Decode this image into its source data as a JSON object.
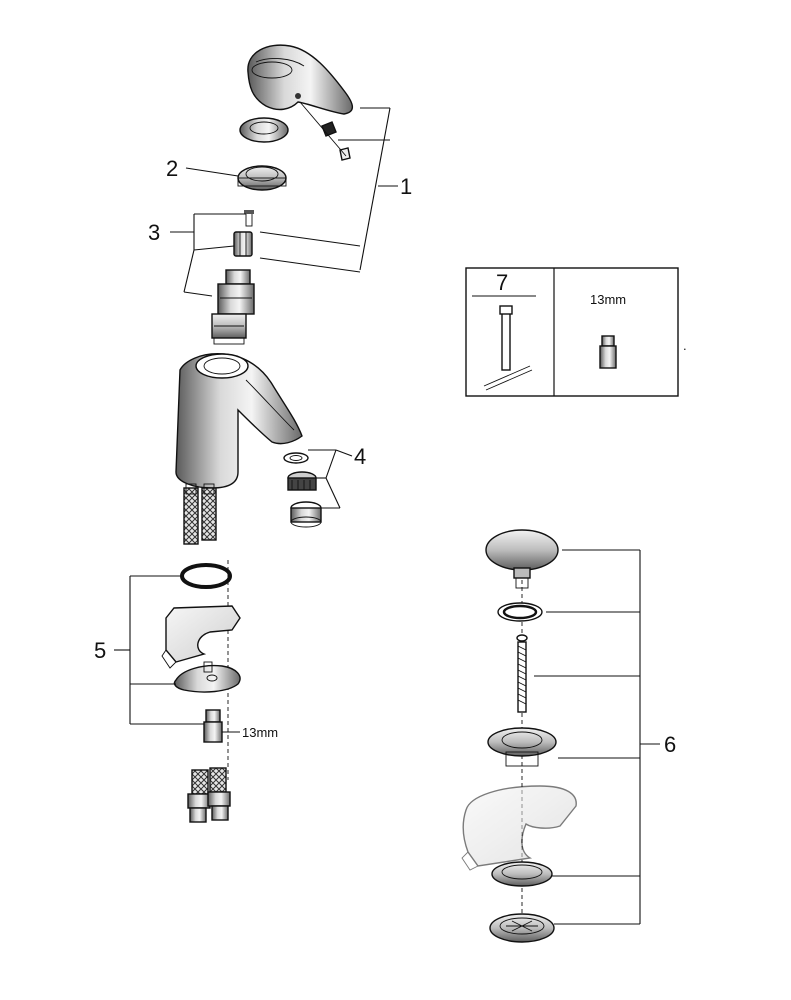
{
  "callouts": {
    "c1": "1",
    "c2": "2",
    "c3": "3",
    "c4": "4",
    "c5": "5",
    "c6": "6",
    "c7": "7"
  },
  "labels": {
    "wrench_size_box": "13mm",
    "wrench_size_main": "13mm",
    "dot": "."
  }
}
